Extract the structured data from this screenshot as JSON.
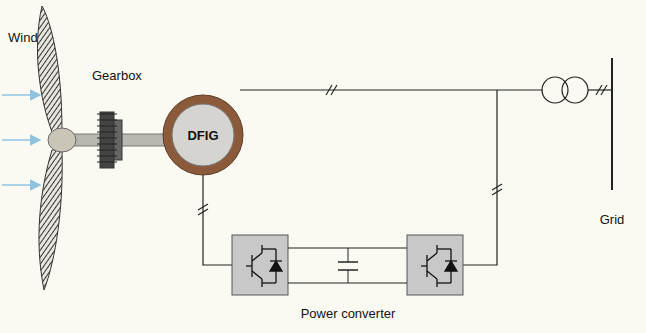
{
  "diagram": {
    "nodes": [
      {
        "text": [
          "DFIG"
        ]
      }
    ],
    "labels": [
      "Wind",
      "Gearbox",
      "Grid",
      "Power converter"
    ]
  }
}
